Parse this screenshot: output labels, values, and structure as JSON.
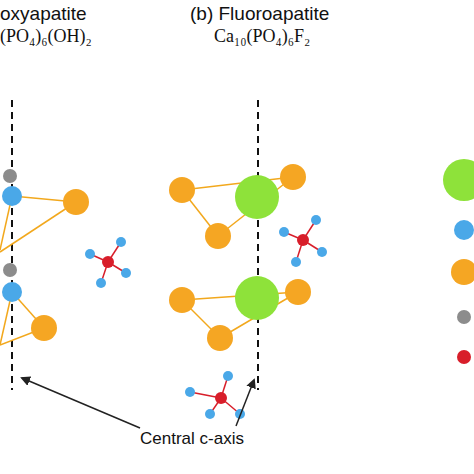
{
  "diagram": {
    "labels": [
      "oxyapatite",
      "(PO₄)₆(OH)₂",
      "(b) Fluoroapatite",
      "Ca₁₀(PO₄)₆F₂",
      "Central c-axis"
    ]
  }
}
